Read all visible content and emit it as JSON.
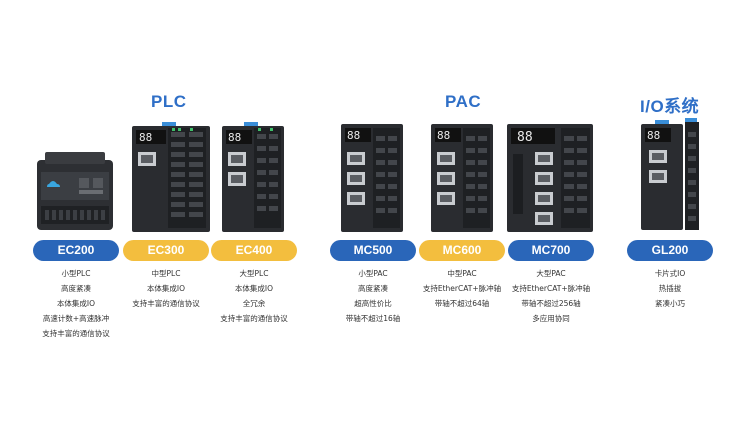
{
  "groups": {
    "plc": "PLC",
    "pac": "PAC",
    "io": "I/O系统"
  },
  "colors": {
    "accent_blue": "#2a66b9",
    "accent_yellow": "#f3be3e",
    "title_blue": "#2f6fc7"
  },
  "products": [
    {
      "name": "EC200",
      "desc": [
        "小型PLC",
        "高度紧凑",
        "本体集成IO",
        "高速计数+高速脉冲",
        "支持丰富的通信协议"
      ]
    },
    {
      "name": "EC300",
      "desc": [
        "中型PLC",
        "本体集成IO",
        "支持丰富的通信协议"
      ]
    },
    {
      "name": "EC400",
      "desc": [
        "大型PLC",
        "本体集成IO",
        "全冗余",
        "支持丰富的通信协议"
      ]
    },
    {
      "name": "MC500",
      "desc": [
        "小型PAC",
        "高度紧凑",
        "超高性价比",
        "带轴不超过16轴"
      ]
    },
    {
      "name": "MC600",
      "desc": [
        "中型PAC",
        "支持EtherCAT+脉冲轴",
        "带轴不超过64轴"
      ]
    },
    {
      "name": "MC700",
      "desc": [
        "大型PAC",
        "支持EtherCAT+脉冲轴",
        "带轴不超过256轴",
        "多应用协同"
      ]
    },
    {
      "name": "GL200",
      "desc": [
        "卡片式IO",
        "热插拔",
        "紧凑小巧"
      ]
    }
  ],
  "displays": {
    "ec300": "88",
    "ec400": "88",
    "mc500": "88",
    "mc600": "88",
    "mc700": "88",
    "gl200": "88"
  }
}
